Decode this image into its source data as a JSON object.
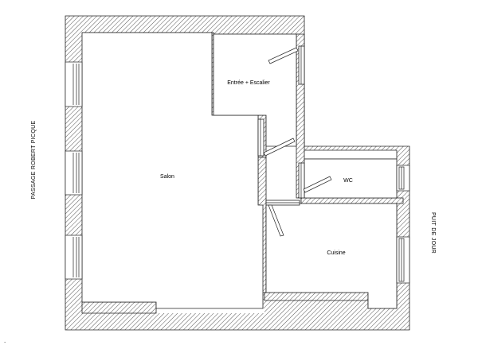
{
  "plan": {
    "rooms": {
      "salon": "Salon",
      "entree": "Entrée + Escalier",
      "wc": "WC",
      "cuisine": "Cuisine"
    },
    "streets": {
      "left": "PASSAGE ROBERT PICQUE",
      "right": "PUIT DE JOUR"
    },
    "corner_mark": "."
  }
}
